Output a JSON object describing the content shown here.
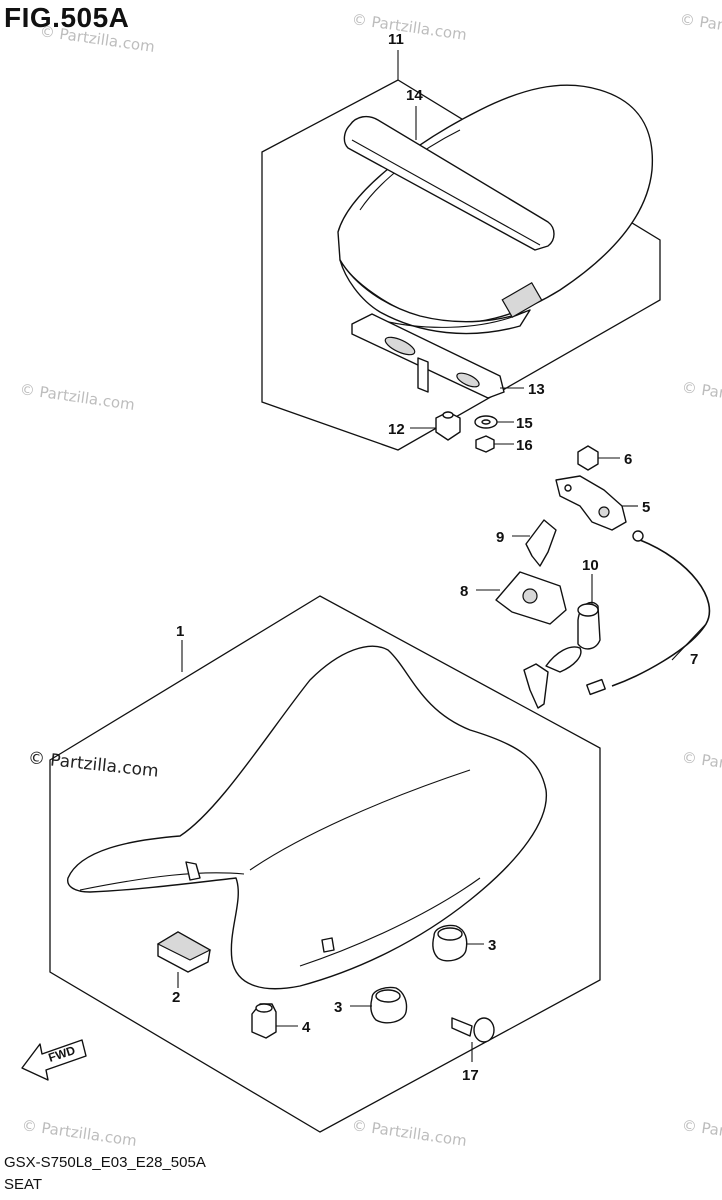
{
  "figure": {
    "title": "FIG.505A",
    "code": "GSX-S750L8_E03_E28_505A",
    "name": "SEAT"
  },
  "watermark": {
    "text": "© Partzilla.com",
    "main_text": "© Partzilla.com"
  },
  "fwd_label": "FWD",
  "callouts": {
    "c1": "1",
    "c2": "2",
    "c3a": "3",
    "c3b": "3",
    "c4": "4",
    "c5": "5",
    "c6": "6",
    "c7": "7",
    "c8": "8",
    "c9": "9",
    "c10": "10",
    "c11": "11",
    "c12": "12",
    "c13": "13",
    "c14": "14",
    "c15": "15",
    "c16": "16",
    "c17": "17"
  }
}
